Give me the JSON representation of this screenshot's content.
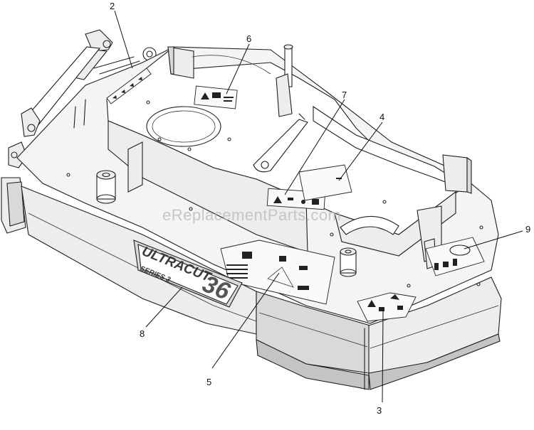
{
  "diagram": {
    "watermark": "eReplacementParts.com",
    "brand_logo": {
      "main": "ULTRACUT",
      "sub": "SERIES 3",
      "size": "36"
    },
    "callouts": [
      "2",
      "6",
      "7",
      "4",
      "9",
      "8",
      "5",
      "3"
    ]
  }
}
